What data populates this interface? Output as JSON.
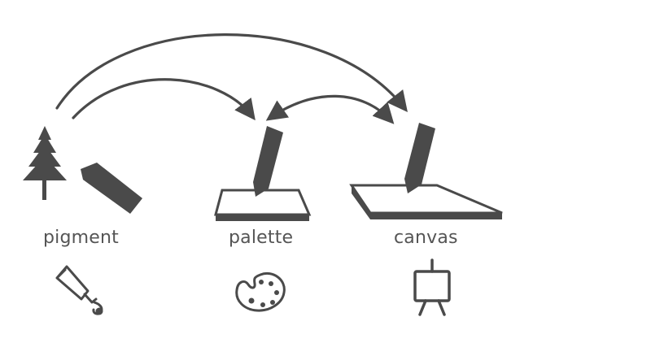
{
  "labels": {
    "pigment": "pigment",
    "palette": "palette",
    "canvas": "canvas"
  },
  "colors": {
    "ink": "#4a4a4a",
    "label": "#555555",
    "background": "#ffffff"
  },
  "icons": [
    "pine-tree-icon",
    "crayon-stick-icon",
    "pen-icon",
    "paint-tube-icon",
    "palette-icon",
    "easel-icon"
  ]
}
